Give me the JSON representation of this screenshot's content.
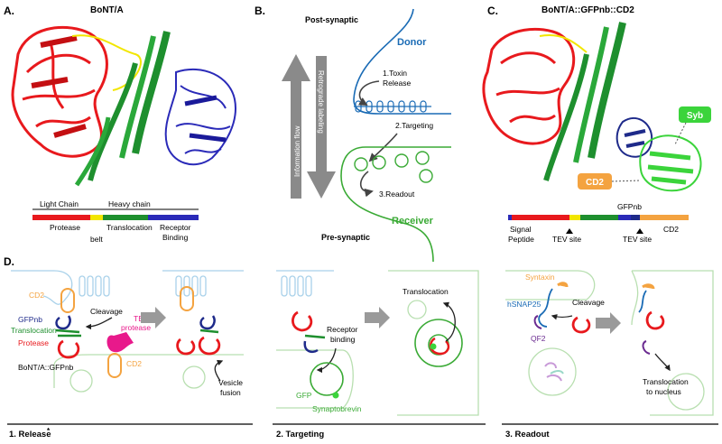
{
  "panel_letters": {
    "a": "A.",
    "b": "B.",
    "c": "C.",
    "d": "D."
  },
  "panel_a": {
    "title": "BoNT/A",
    "light_chain": "Light Chain",
    "heavy_chain": "Heavy chain",
    "protease": "Protease",
    "translocation": "Translocation",
    "receptor": "Receptor",
    "binding": "Binding",
    "belt": "belt",
    "colors": {
      "protease": "#e8191d",
      "belt": "#f2e600",
      "translocation": "#1e8f2e",
      "receptor": "#2a2ab8"
    }
  },
  "panel_b": {
    "post_synaptic": "Post-synaptic",
    "pre_synaptic": "Pre-synaptic",
    "donor": "Donor",
    "receiver": "Receiver",
    "information_flow": "Information flow",
    "retrograde_labeling": "Retrograde labeling",
    "step1_line1": "1.Toxin",
    "step1_line2": "Release",
    "step2": "2.Targeting",
    "step3": "3.Readout",
    "colors": {
      "donor": "#1a6bb5",
      "receiver": "#3aaa35"
    }
  },
  "panel_c": {
    "title": "BoNT/A::GFPnb::CD2",
    "syb": "Syb",
    "cd2": "CD2",
    "gfpnb": "GFPnb",
    "signal": "Signal",
    "peptide": "Peptide",
    "tev_site_1": "TEV site",
    "tev_site_2": "TEV site",
    "cd2_bar": "CD2",
    "colors": {
      "syb": "#3bd43b",
      "cd2": "#f4a340"
    }
  },
  "panel_d": {
    "release": {
      "cd2_top": "CD2",
      "gfpnb": "GFPnb",
      "translocation": "Translocation",
      "protease": "Protease",
      "construct": "BoNT/A::GFPnb",
      "cleavage": "Cleavage",
      "tev_line1": "TEV",
      "tev_line2": "protease",
      "cd2_bottom": "CD2",
      "vesicle_line1": "Vesicle",
      "vesicle_line2": "fusion",
      "footer": "1. Release",
      "footer_mark": "*"
    },
    "targeting": {
      "translocation": "Translocation",
      "receptor_line1": "Receptor",
      "receptor_line2": "binding",
      "gfp": "GFP",
      "synaptobrevin": "Synaptobrevin",
      "footer": "2. Targeting"
    },
    "readout": {
      "syntaxin": "Syntaxin",
      "hsnap25": "hSNAP25",
      "cleavage": "Cleavage",
      "qf2": "QF2",
      "nucleus_line1": "Translocation",
      "nucleus_line2": "to nucleus",
      "footer": "3. Readout"
    }
  }
}
